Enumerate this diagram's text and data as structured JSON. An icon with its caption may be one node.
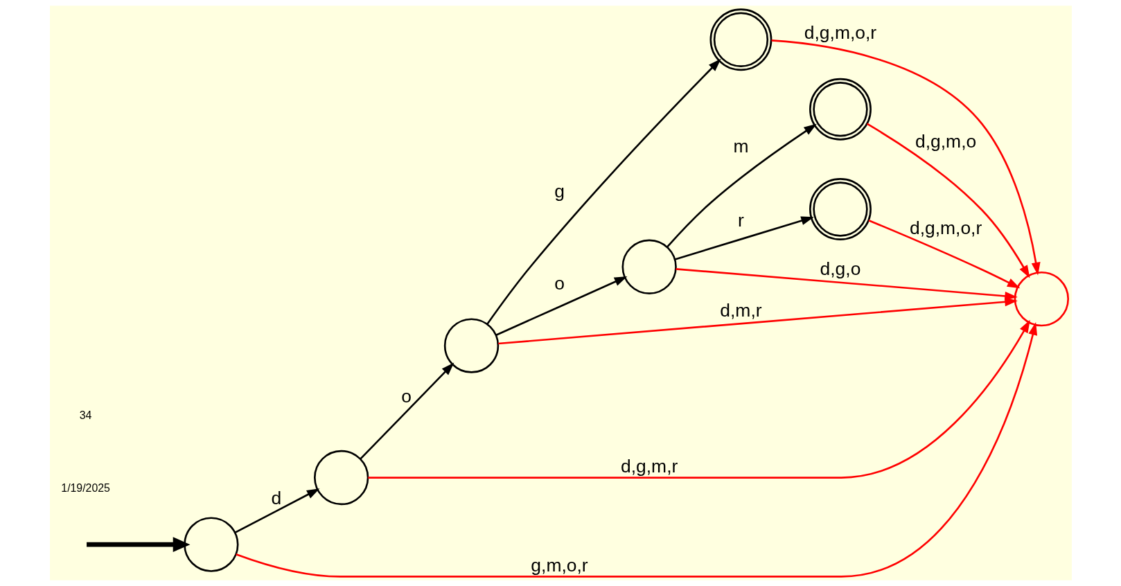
{
  "diagram": {
    "nodes": [
      {
        "text": [],
        "shape": "circle"
      },
      {
        "text": [],
        "shape": "circle"
      },
      {
        "text": [],
        "shape": "circle"
      },
      {
        "text": [],
        "shape": "doublecircle"
      },
      {
        "text": [],
        "shape": "circle"
      },
      {
        "text": [],
        "shape": "doublecircle"
      },
      {
        "text": [],
        "shape": "doublecircle"
      },
      {
        "text": [],
        "shape": "circle"
      }
    ],
    "edges": [
      {
        "from": null,
        "to": 0,
        "arrow": "to",
        "style": "thick"
      },
      {
        "from": 0,
        "to": 1,
        "arrow": "to",
        "label": "d"
      },
      {
        "from": 1,
        "to": 2,
        "arrow": "to",
        "label": "o"
      },
      {
        "from": 2,
        "to": 3,
        "arrow": "to",
        "label": "g"
      },
      {
        "from": 2,
        "to": 4,
        "arrow": "to",
        "label": "o"
      },
      {
        "from": 4,
        "to": 5,
        "arrow": "to",
        "label": "m"
      },
      {
        "from": 4,
        "to": 6,
        "arrow": "to",
        "label": "r"
      },
      {
        "from": 0,
        "to": 7,
        "arrow": "to",
        "label": "g,m,o,r",
        "color": "#ff0000"
      },
      {
        "from": 1,
        "to": 7,
        "arrow": "to",
        "label": "d,g,m,r",
        "color": "#ff0000"
      },
      {
        "from": 2,
        "to": 7,
        "arrow": "to",
        "label": "d,m,r",
        "color": "#ff0000"
      },
      {
        "from": 3,
        "to": 7,
        "arrow": "to",
        "label": "d,g,m,o,r",
        "color": "#ff0000"
      },
      {
        "from": 4,
        "to": 7,
        "arrow": "to",
        "label": "d,g,o",
        "color": "#ff0000"
      },
      {
        "from": 5,
        "to": 7,
        "arrow": "to",
        "label": "d,g,m,o",
        "color": "#ff0000"
      },
      {
        "from": 6,
        "to": 7,
        "arrow": "to",
        "label": "d,g,m,o,r",
        "color": "#ff0000"
      }
    ],
    "labels": [
      "1/19/2025",
      "34"
    ]
  }
}
